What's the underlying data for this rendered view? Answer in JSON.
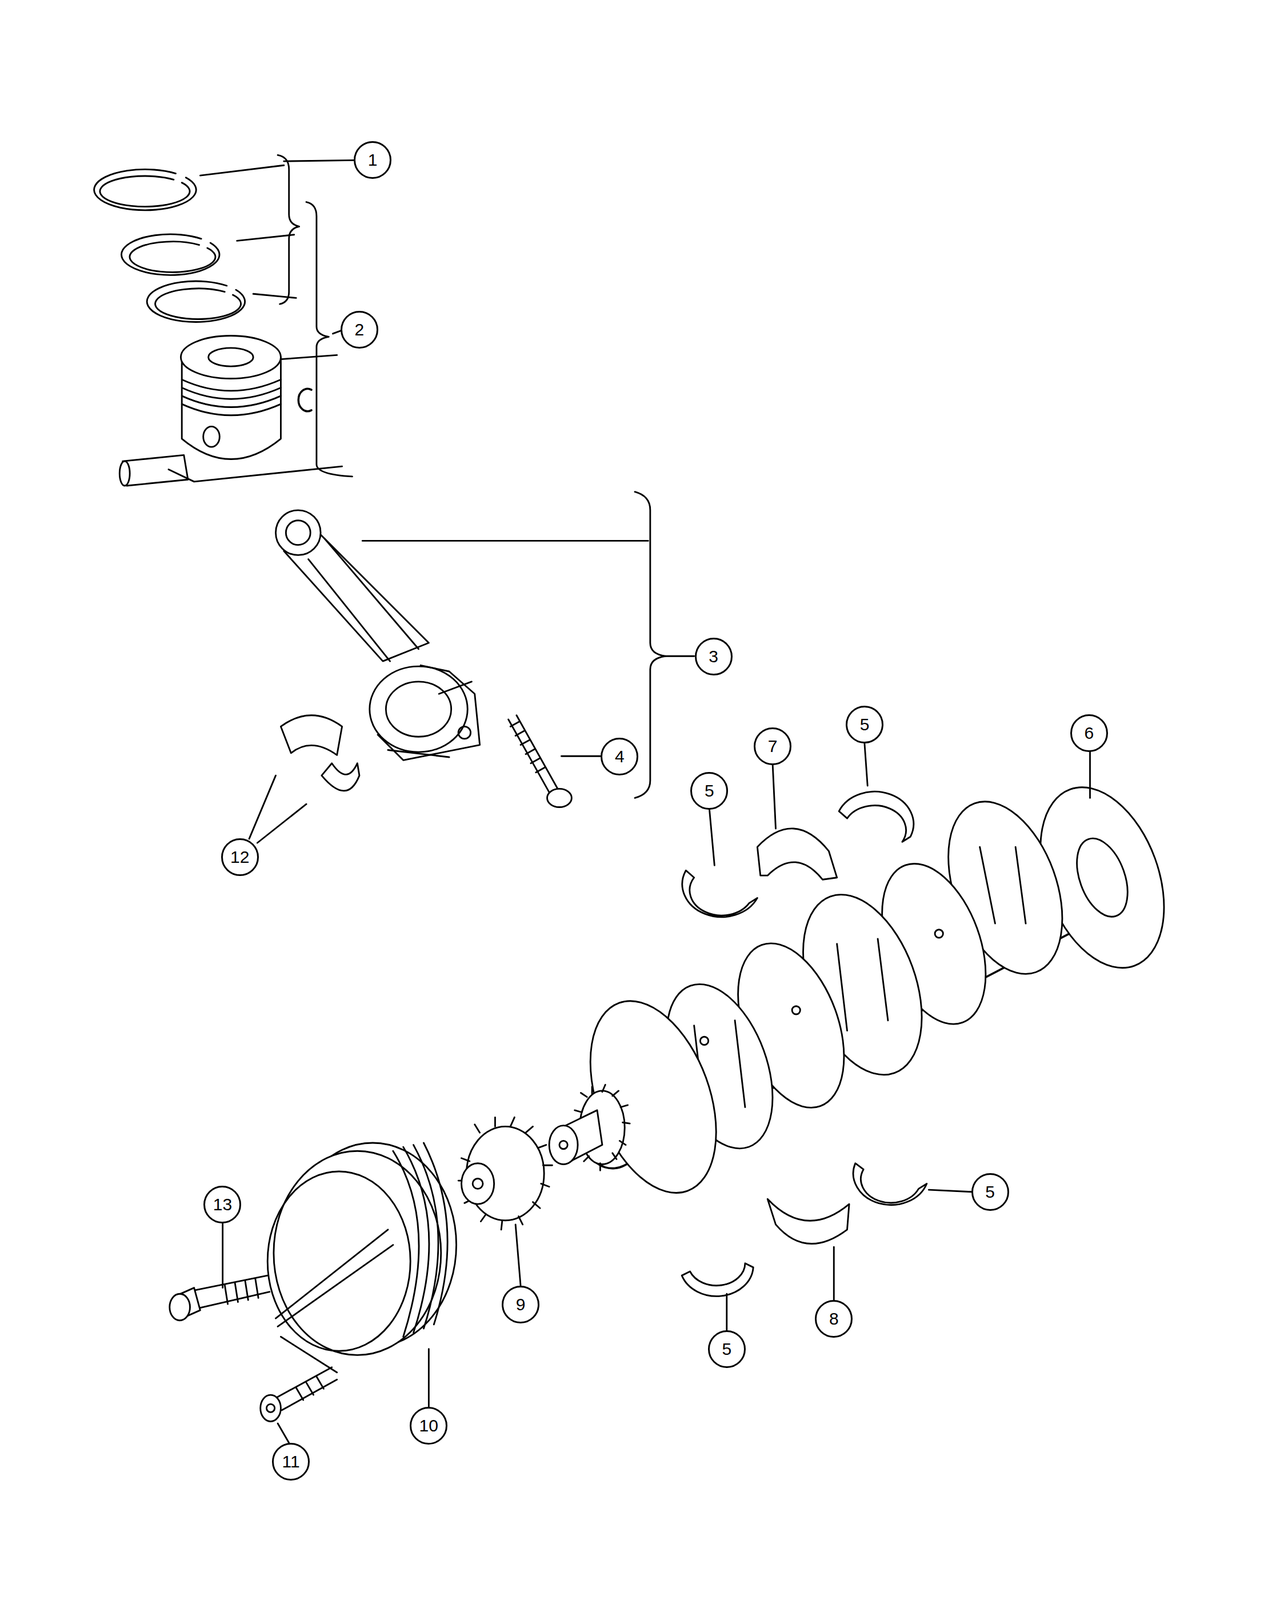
{
  "diagram": {
    "nodes": [
      {
        "text": [
          "1"
        ]
      },
      {
        "text": [
          "2"
        ]
      },
      {
        "text": [
          "3"
        ]
      },
      {
        "text": [
          "5"
        ]
      },
      {
        "text": [
          "6"
        ]
      },
      {
        "text": [
          "7"
        ]
      },
      {
        "text": [
          "4"
        ]
      },
      {
        "text": [
          "5"
        ]
      },
      {
        "text": [
          "12"
        ]
      },
      {
        "text": [
          "5"
        ]
      },
      {
        "text": [
          "13"
        ]
      },
      {
        "text": [
          "9"
        ]
      },
      {
        "text": [
          "8"
        ]
      },
      {
        "text": [
          "5"
        ]
      },
      {
        "text": [
          "10"
        ]
      },
      {
        "text": [
          "11"
        ]
      }
    ]
  }
}
